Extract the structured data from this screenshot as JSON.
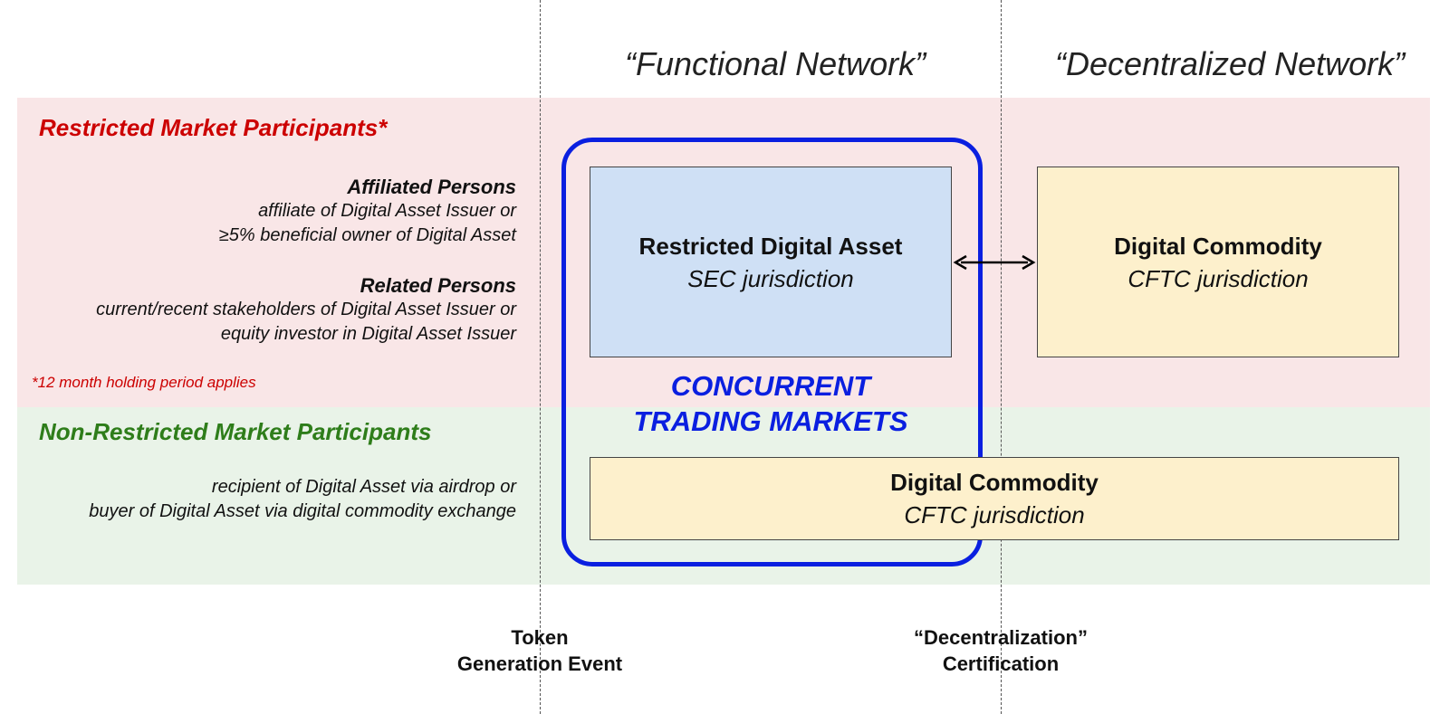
{
  "columns": {
    "functional": "“Functional Network”",
    "decentralized": "“Decentralized Network”"
  },
  "restricted": {
    "title": "Restricted Market Participants*",
    "affiliated": {
      "title": "Affiliated Persons",
      "line1": "affiliate of Digital Asset Issuer or",
      "line2": "≥5% beneficial owner of Digital Asset"
    },
    "related": {
      "title": "Related Persons",
      "line1": "current/recent stakeholders of Digital Asset Issuer or",
      "line2": "equity investor in Digital Asset Issuer"
    },
    "note": "*12 month holding period applies"
  },
  "non_restricted": {
    "title": "Non-Restricted Market Participants",
    "line1": "recipient of Digital Asset via airdrop or",
    "line2": "buyer of Digital Asset via digital commodity exchange"
  },
  "boxes": {
    "restricted_asset": {
      "title": "Restricted Digital Asset",
      "sub": "SEC jurisdiction"
    },
    "commodity_top": {
      "title": "Digital Commodity",
      "sub": "CFTC jurisdiction"
    },
    "commodity_bottom": {
      "title": "Digital Commodity",
      "sub": "CFTC jurisdiction"
    }
  },
  "concurrent": {
    "line1": "CONCURRENT",
    "line2": "TRADING MARKETS"
  },
  "milestones": {
    "token": {
      "line1": "Token",
      "line2": "Generation Event"
    },
    "decentralization": {
      "line1": "“Decentralization”",
      "line2": "Certification"
    }
  },
  "colors": {
    "restricted_band": "#f9e6e7",
    "non_restricted_band": "#e9f3e8",
    "restricted_title": "#cc0000",
    "non_restricted_title": "#2e7d1a",
    "concurrent_border": "#0a1fe0",
    "sec_box": "#cfe0f5",
    "cftc_box": "#fdf0cc"
  }
}
